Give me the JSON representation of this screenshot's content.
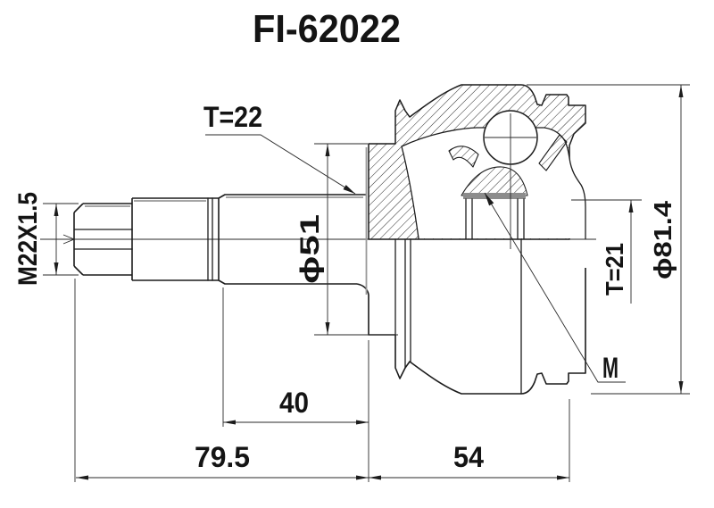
{
  "title": "FI-62022",
  "labels": {
    "outer_spline_teeth": "T=22",
    "thread_size": "M22X1.5",
    "pilot_diameter": "ϕ51",
    "inner_spline_teeth": "T=21",
    "outer_diameter": "ϕ81.4",
    "marking": "M",
    "spline_length": "40",
    "stem_length": "79.5",
    "body_width": "54"
  },
  "colors": {
    "line": "#1c1c1c",
    "shade": "#9a9a9a",
    "background": "#ffffff"
  }
}
